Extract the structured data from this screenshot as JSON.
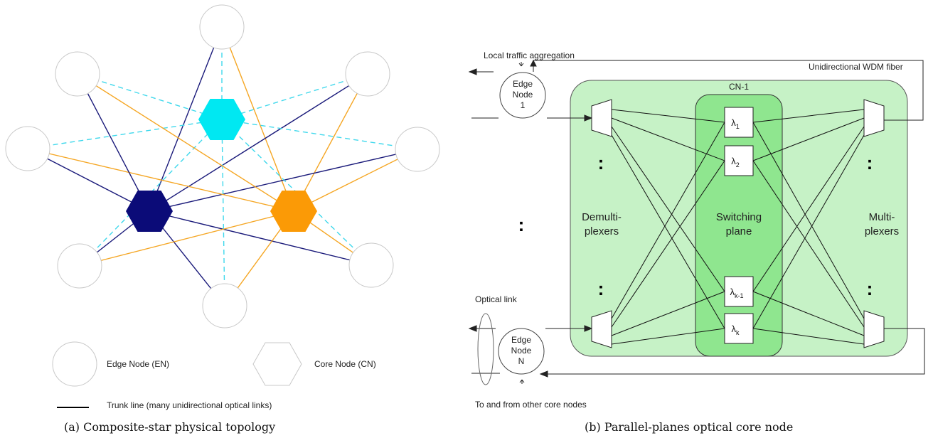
{
  "left": {
    "legend": {
      "edge_node": "Edge Node (EN)",
      "core_node": "Core Node (CN)",
      "trunk_line": "Trunk line (many unidirectional optical links)"
    },
    "colors": {
      "navy_core": "#0b0b78",
      "orange_core": "#fb9a06",
      "cyan_core": "#00e8f2",
      "navy_link": "#1a1a7a",
      "orange_link": "#f5a623",
      "cyan_link": "#3fd8ec"
    },
    "caption": "(a) Composite-star physical topology"
  },
  "right": {
    "local_traffic": "Local traffic aggregation",
    "wdm_fiber": "Unidirectional WDM fiber",
    "edge_node_top": {
      "line1": "Edge",
      "line2": "Node",
      "line3": "1"
    },
    "edge_node_bottom": {
      "line1": "Edge",
      "line2": "Node",
      "line3": "N"
    },
    "core_label": "CN-1",
    "demux": {
      "line1": "Demulti-",
      "line2": "plexers"
    },
    "switching": {
      "line1": "Switching",
      "line2": "plane"
    },
    "mux": {
      "line1": "Multi-",
      "line2": "plexers"
    },
    "optical_link": "Optical link",
    "other_nodes": "To and from other core nodes",
    "lambdas": [
      {
        "base": "λ",
        "sub": "1"
      },
      {
        "base": "λ",
        "sub": "2"
      },
      {
        "base": "λ",
        "sub": "k-1"
      },
      {
        "base": "λ",
        "sub": "k"
      }
    ],
    "dots": ":",
    "colors": {
      "outer_box": "#c6f2c6",
      "inner_box": "#8fe68f"
    },
    "caption": "(b) Parallel-planes optical core node"
  }
}
